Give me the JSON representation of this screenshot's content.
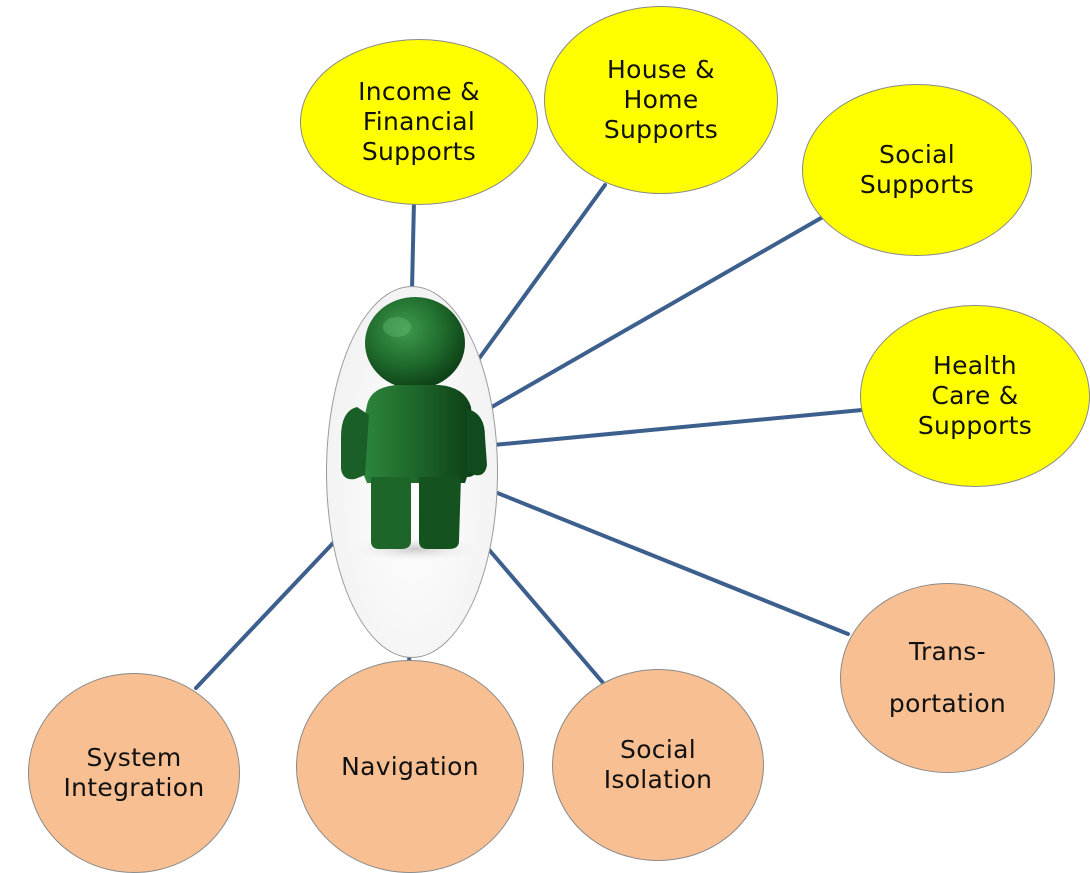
{
  "diagram": {
    "center": {
      "icon": "person-icon"
    },
    "colors": {
      "connector": "#3c5f8e",
      "support_fill": "#ffff00",
      "factor_fill": "#f8bf92",
      "figure": "#1f6b2c"
    },
    "supports": [
      {
        "id": "income",
        "label": "Income &\nFinancial\nSupports"
      },
      {
        "id": "house",
        "label": "House &\nHome\nSupports"
      },
      {
        "id": "social-supports",
        "label": "Social\nSupports"
      },
      {
        "id": "health",
        "label": "Health\nCare &\nSupports"
      }
    ],
    "factors": [
      {
        "id": "transportation",
        "label": "Trans-\n\nportation"
      },
      {
        "id": "social-isolation",
        "label": "Social\nIsolation"
      },
      {
        "id": "navigation",
        "label": "Navigation"
      },
      {
        "id": "system-integration",
        "label": "System\nIntegration"
      }
    ]
  }
}
